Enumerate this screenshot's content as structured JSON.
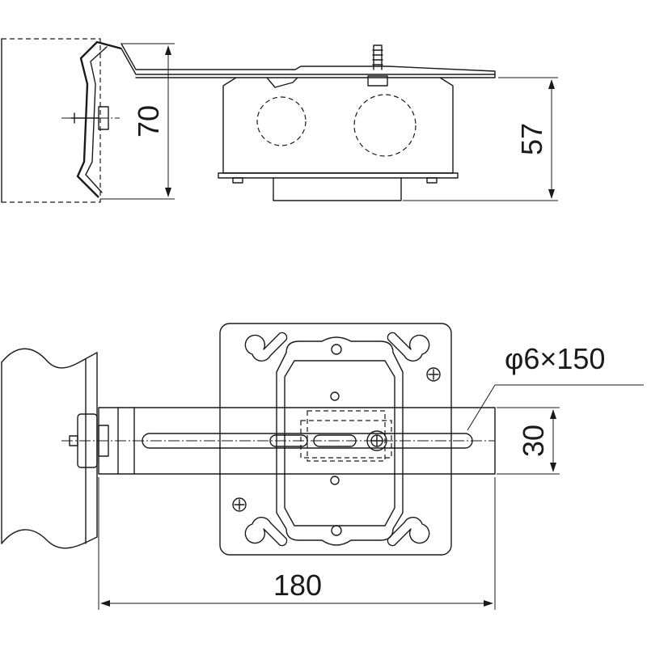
{
  "dimensions": {
    "top_height": "70",
    "box_height": "57",
    "bar_width": "30",
    "total_length": "180",
    "rod_spec": "φ6×150"
  }
}
